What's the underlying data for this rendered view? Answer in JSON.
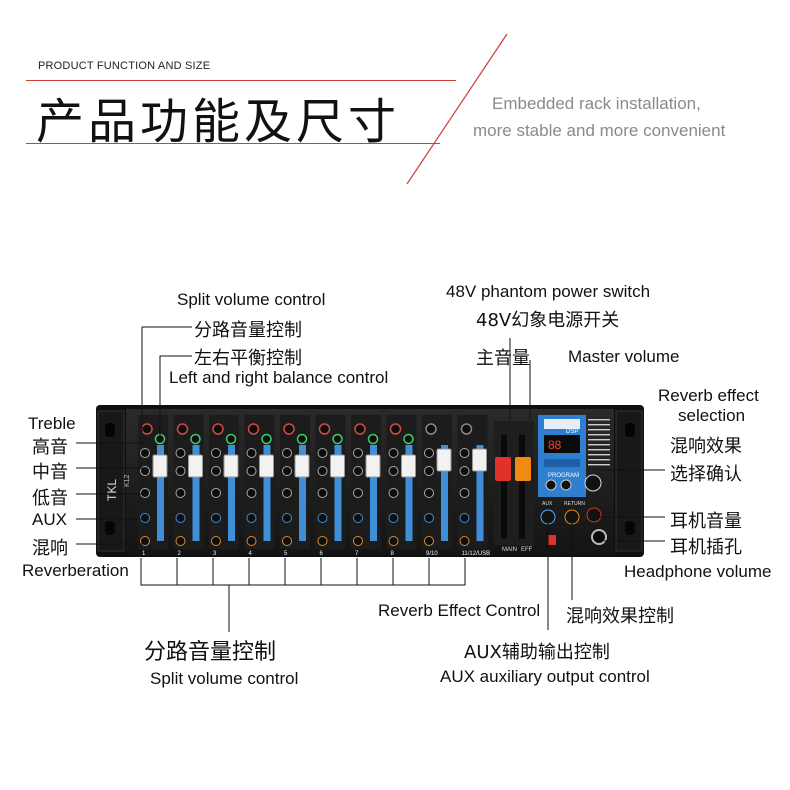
{
  "header": {
    "small_label": "PRODUCT FUNCTION AND SIZE",
    "title_cn": "产品功能及尺寸",
    "tagline_line1": "Embedded rack installation,",
    "tagline_line2": "more stable and more convenient"
  },
  "device": {
    "brand": "TKL",
    "model": "K12",
    "channel_labels": [
      "1",
      "2",
      "3",
      "4",
      "5",
      "6",
      "7",
      "8",
      "9/10",
      "11/12/USB"
    ],
    "main_label": "MAIN",
    "eff_label": "EFF",
    "program_label": "PROGRAM",
    "dsp_label": "DSP",
    "aux_label": "AUX",
    "return_label": "RETURN"
  },
  "annotations": {
    "split_volume_en_top": "Split volume control",
    "split_volume_cn_top": "分路音量控制",
    "balance_cn": "左右平衡控制",
    "balance_en": "Left and right balance control",
    "treble_en": "Treble",
    "treble_cn": "高音",
    "mid_cn": "中音",
    "bass_cn": "低音",
    "aux": "AUX",
    "reverb_cn": "混响",
    "reverberation_en": "Reverberation",
    "phantom_en": "48V phantom power switch",
    "phantom_cn": "48V幻象电源开关",
    "master_cn": "主音量",
    "master_en": "Master volume",
    "reverb_effect_sel_en_1": "Reverb effect",
    "reverb_effect_sel_en_2": "selection",
    "reverb_effect_cn": "混响效果",
    "select_confirm_cn": "选择确认",
    "headphone_vol_cn": "耳机音量",
    "headphone_jack_cn": "耳机插孔",
    "headphone_vol_en": "Headphone volume",
    "reverb_effect_control_en": "Reverb Effect Control",
    "reverb_effect_control_cn": "混响效果控制",
    "split_volume_cn_bottom": "分路音量控制",
    "split_volume_en_bottom": "Split volume control",
    "aux_output_cn": "AUX辅助输出控制",
    "aux_output_en": "AUX auxiliary output control"
  },
  "colors": {
    "accent_red": "#c8413a",
    "panel_dark": "#1b1b1b",
    "fader_blue": "#3e8fd6",
    "lcd_blue": "#2f7fd1",
    "fader_red": "#e0322b",
    "fader_orange": "#f08a12"
  }
}
